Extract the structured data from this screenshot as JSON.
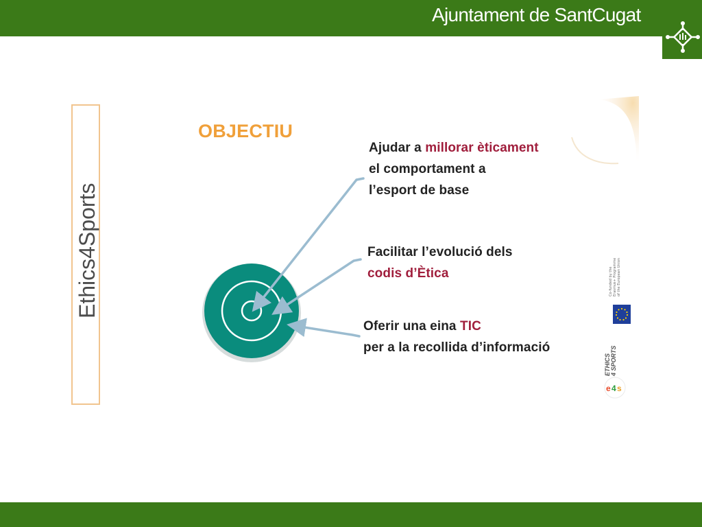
{
  "header": {
    "brand": "Ajuntament de SantCugat",
    "logo_icon": "sant-cugat-logo-icon"
  },
  "sidebar": {
    "vertical_label": "Ethics4Sports"
  },
  "main": {
    "title": "OBJECTIU",
    "objectives": [
      {
        "lines": [
          {
            "parts": [
              "Ajudar a ",
              "millorar èticament"
            ]
          },
          {
            "text": "el comportament a"
          },
          {
            "text": "l’esport de base"
          }
        ]
      },
      {
        "lines": [
          {
            "text": "Facilitar l’evolució dels"
          },
          {
            "text": "codis d’Ètica"
          }
        ]
      },
      {
        "lines": [
          {
            "parts": [
              "Oferir una eina ",
              "TIC"
            ]
          },
          {
            "text": "per a la recollida d’informació"
          }
        ]
      }
    ]
  },
  "logos": {
    "eu_text_1": "Co-funded by the",
    "eu_text_2": "Erasmus+ Programme",
    "eu_text_3": "of the European Union",
    "e4s_line1": "ETHICS",
    "e4s_line2": "4 SPORTS",
    "e4s_mark": "e4s"
  },
  "colors": {
    "brand_green": "#3b7a18",
    "accent_orange": "#f0a03a",
    "highlight_red": "#a01e3c",
    "target_teal": "#0a8c7d",
    "frame_peach": "#f1c48e"
  }
}
